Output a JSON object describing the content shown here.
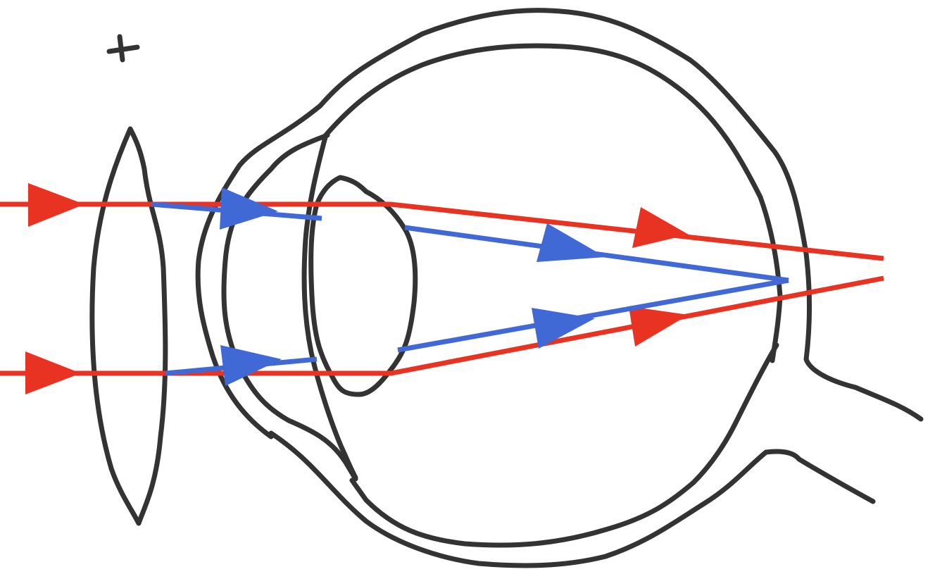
{
  "lens": {
    "sign": "+",
    "type": "convex"
  },
  "colors": {
    "ink": "#333333",
    "ray_red": "#e83323",
    "ray_blue": "#4169d6"
  },
  "rays": [
    {
      "name": "red-unconverged-top",
      "color": "red"
    },
    {
      "name": "red-unconverged-bottom",
      "color": "red"
    },
    {
      "name": "blue-corrected-top",
      "color": "blue"
    },
    {
      "name": "blue-corrected-bottom",
      "color": "blue"
    }
  ]
}
